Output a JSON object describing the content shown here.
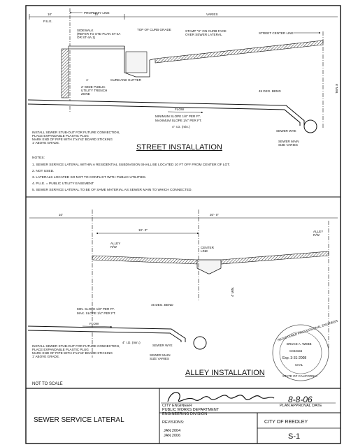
{
  "street": {
    "property_line": "PROPERTY LINE",
    "dim_left": "10'",
    "dim_mid": "10'",
    "dim_right": "VARIES",
    "pue": "P.U.E.",
    "sidewalk": [
      "SIDEWALK",
      "(REFER TO STD PLAN ST-4A",
      "OR ST-4A.1)"
    ],
    "top_of_curb": "TOP OF CURB GRADE",
    "stamp": [
      "STAMP \"S\" ON CURB FACE",
      "OVER SEWER LATERAL"
    ],
    "street_center_line": "STREET CENTER LINE",
    "dim_1ft": "1'",
    "trench": [
      "2' WIDE PUBLIC",
      "UTILITY TRENCH",
      "ZONE"
    ],
    "curb_gutter": "CURB AND GUTTER",
    "bend": "45 DEG. BEND",
    "depth": "6' MIN.",
    "flow": "FLOW",
    "slopes": [
      "MINIMUM SLOPE 1/8\" PER FT.",
      "MAXIMUM SLOPE 1/4\" PER FT."
    ],
    "id_min": "4\" I.D. (min.)",
    "install": [
      "INSTALL SEWER STUB-OUT FOR FUTURE CONNECTION,",
      "PLACE EXPANDABLE PLASTIC PLUG",
      "MARK END OF PIPE WITH 2\"x4\"x3' BOARD STICKING",
      "1' ABOVE GRADE."
    ],
    "wye": "SEWER WYE",
    "main": [
      "SEWER MAIN",
      "SIZE VARIES"
    ],
    "title": "STREET INSTALLATION"
  },
  "notes": {
    "heading": "NOTES:",
    "items": [
      "1.  SEWER SERVICE LATERAL WITHIN A RESIDENTIAL SUBDIVISION SHALL BE LOCATED 10 FT OFF FROM CENTER OF LOT.",
      "2.  NOT USED.",
      "3.  LATERALS LOCATED SO NOT TO CONFLICT WITH PUBLIC UTILITIES.",
      "4.  P.U.E.  =  PUBLIC UTILITY EASEMENT",
      "5.  SEWER SERVICE LATERAL TO BE OF SAME MATERIAL AS SEWER MAIN TO WHICH CONNECTED."
    ]
  },
  "alley": {
    "dim_left": "10'",
    "dim_total": "20'- 0\"",
    "dim_half": "10'- 0\"",
    "alley_rw_left": [
      "ALLEY",
      "R/W"
    ],
    "alley_rw_right": [
      "ALLEY",
      "R/W"
    ],
    "center_line": [
      "CENTER",
      "LINE"
    ],
    "bend": "45 DEG. BEND",
    "depth": "4' MIN.",
    "slopes": [
      "MIN. SLOPE 1/8\" PER FT.",
      "MAX. SLOPE 1/4\" PER FT."
    ],
    "flow": "FLOW",
    "id_min": "4\" I.D. (min.)",
    "wye": "SEWER WYE",
    "main": [
      "SEWER MAIN",
      "SIZE VARIES"
    ],
    "install": [
      "INSTALL SEWER STUB-OUT FOR FUTURE CONNECTION,",
      "PLACE EXPANDABLE PLASTIC PLUG",
      "MARK END OF PIPE WITH 2\"x4\"x3' BOARD STICKING",
      "1' ABOVE GRADE."
    ],
    "title": "ALLEY INSTALLATION"
  },
  "seal": {
    "ring_top": "REGISTERED PROFESSIONAL ENGINEER",
    "ring_bottom": "STATE OF CALIFORNIA",
    "name": "BRUCE A. WEBB",
    "number": "C043156",
    "exp": "Exp. 3-31-2008",
    "civil": "CIVIL"
  },
  "title_block": {
    "not_to_scale": "NOT TO SCALE",
    "date_sig": "8-8-06",
    "city_engineer": "CITY ENGINEER",
    "plan_approval": "PLAN APPROVAL DATE",
    "dept": "PUBLIC WORKS DEPARTMENT",
    "division": "ENGINEERING DIVISION",
    "drawing_title": "SEWER SERVICE LATERAL",
    "revisions": "REVISIONS:",
    "rev1": "JAN 2004",
    "rev2": "JAN 2006",
    "city": "CITY OF REEDLEY",
    "sheet": "S-1"
  }
}
